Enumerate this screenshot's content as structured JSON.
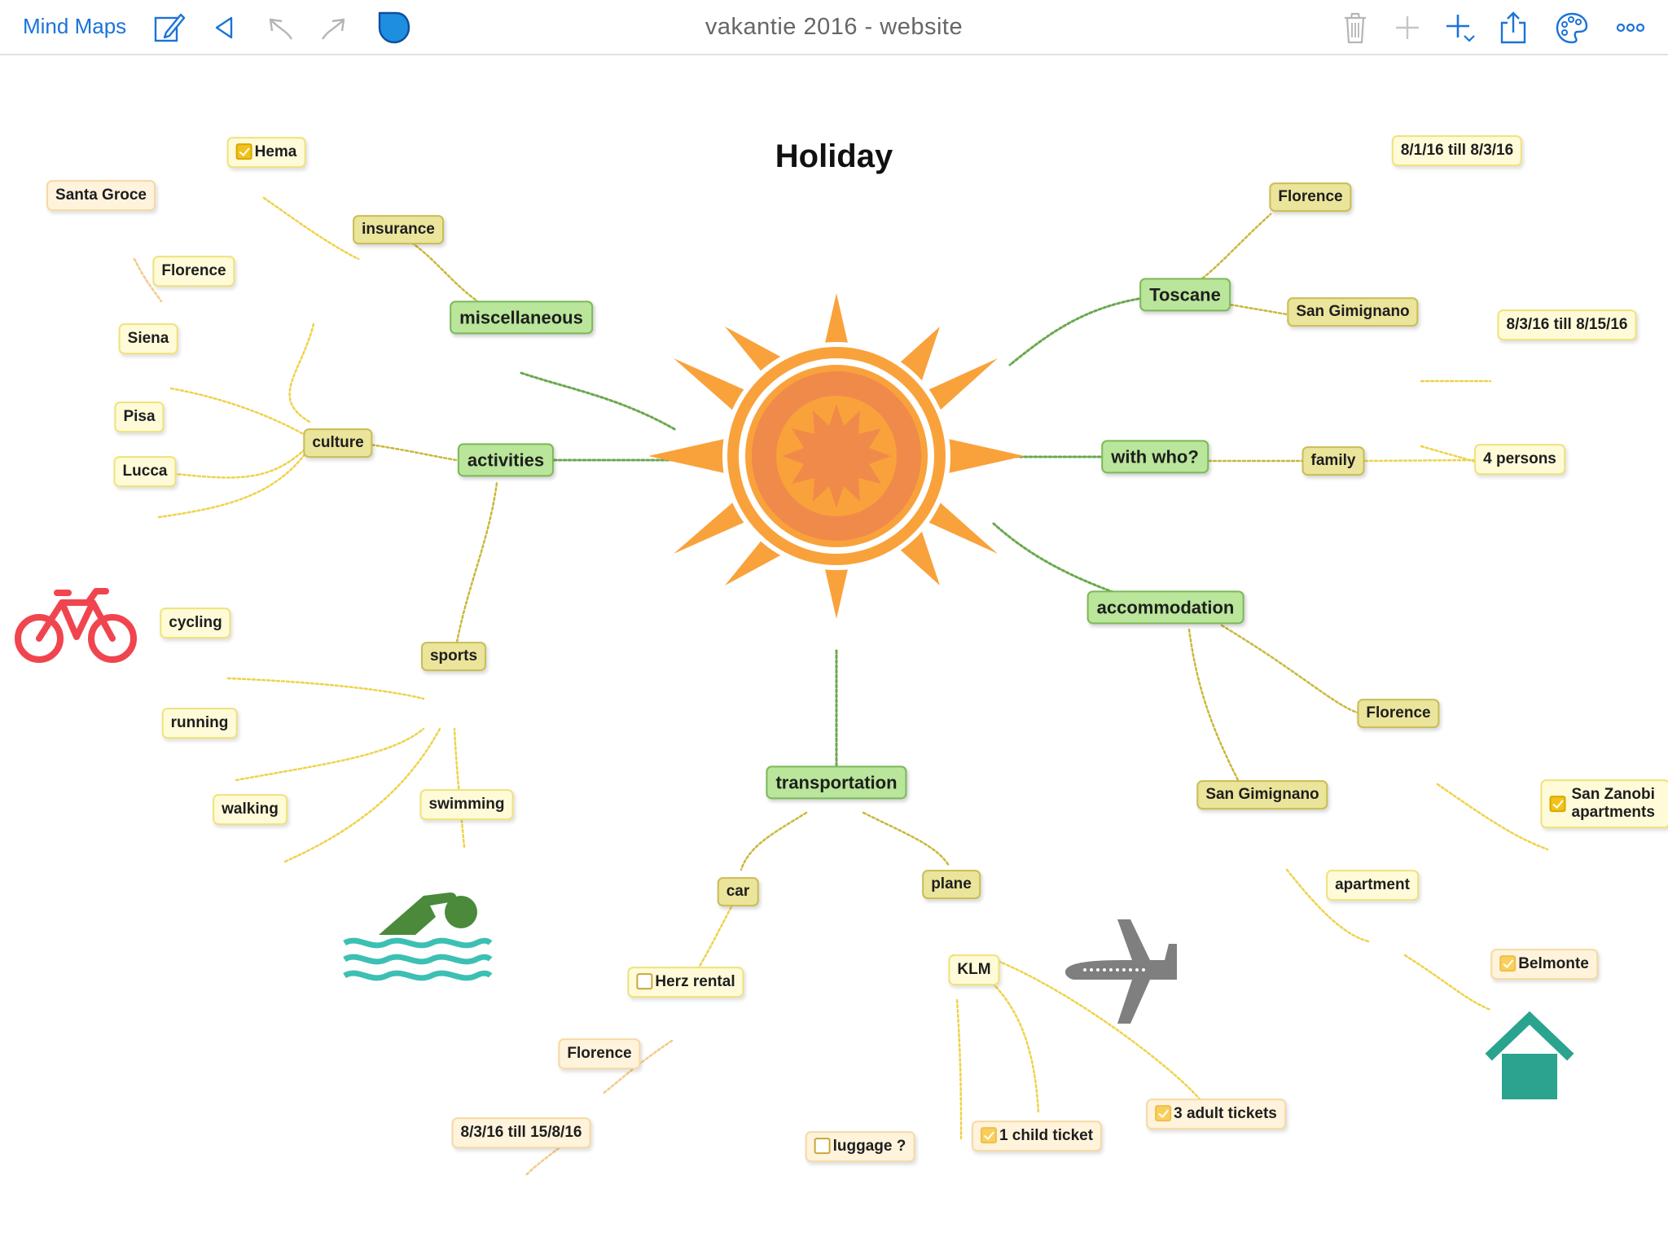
{
  "toolbar": {
    "back_label": "Mind Maps",
    "title": "vakantie 2016 - website",
    "icons": [
      "edit-icon",
      "back-arrow-icon",
      "undo-icon",
      "redo-icon",
      "shape-icon",
      "trash-icon",
      "add-icon",
      "add-child-icon",
      "share-icon",
      "palette-icon",
      "more-icon"
    ]
  },
  "map": {
    "center": "Holiday",
    "branches": {
      "miscellaneous": "miscellaneous",
      "insurance": "insurance",
      "hema": "Hema",
      "activities": "activities",
      "culture": "culture",
      "florence_culture": "Florence",
      "santa_groce": "Santa Groce",
      "siena": "Siena",
      "pisa": "Pisa",
      "lucca": "Lucca",
      "sports": "sports",
      "cycling": "cycling",
      "running": "running",
      "walking": "walking",
      "swimming": "swimming",
      "transportation": "transportation",
      "car": "car",
      "herz": "Herz rental",
      "florence_car": "Florence",
      "car_dates": "8/3/16 till 15/8/16",
      "plane": "plane",
      "klm": "KLM",
      "luggage": "luggage ?",
      "child_ticket": "1 child ticket",
      "adult_tickets": "3 adult tickets",
      "toscane": "Toscane",
      "florence_toscane": "Florence",
      "florence_dates": "8/1/16 till 8/3/16",
      "san_gimignano_toscane": "San Gimignano",
      "san_gimignano_dates": "8/3/16 till 8/15/16",
      "with_who": "with who?",
      "family": "family",
      "persons": "4 persons",
      "accommodation": "accommodation",
      "florence_acc": "Florence",
      "san_zanobi": "San Zanobi apartments",
      "san_gimignano_acc": "San Gimignano",
      "apartment": "apartment",
      "belmonte": "Belmonte"
    }
  },
  "colors": {
    "accent_blue": "#1a73d9",
    "main_node": "#b9e69a",
    "sub_node": "#ebe49b",
    "leaf_node": "#fffbd9",
    "sun_rays": "#f9a23b",
    "sun_core": "#f08a4b",
    "bike": "#f0454f",
    "swimmer": "#4a8a3a",
    "waves": "#3cc0b3",
    "plane": "#808080",
    "house": "#2aa38f"
  },
  "pictograms": [
    "bicycle-icon",
    "swimmer-icon",
    "airplane-icon",
    "house-icon",
    "sun-icon"
  ]
}
